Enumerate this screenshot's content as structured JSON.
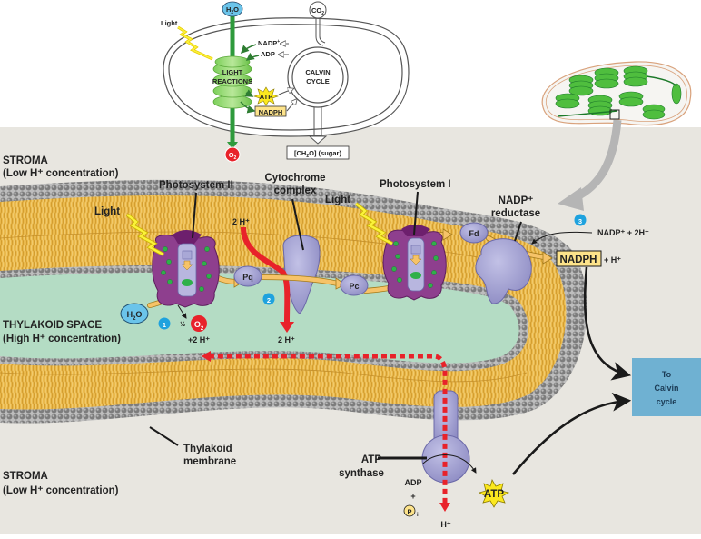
{
  "colors": {
    "stroma_bg": "#e8e6e0",
    "thylakoid_space": "#b4dcc4",
    "lipid_tail": "#e8b84a",
    "lipid_head": "#8f8f8f",
    "protein": "#a9a8d6",
    "photosystem": "#8e3f8e",
    "chlorophyll": "#2fb04a",
    "electron_path": "#f6c368",
    "proton_path": "#e8222a",
    "water_bubble": "#6bc4ea",
    "oxygen": "#e8222a",
    "step_badge": "#1ea2de",
    "calvin_box": "#6fb1d2",
    "nadph_box": "#fde38a",
    "atp_star": "#fbe81f",
    "light_bolt": "#f5ee1c",
    "overview_green": "#2e9a3c"
  },
  "overview": {
    "light": "Light",
    "h2o": "H",
    "h2o_sub": "2",
    "h2o_tail": "O",
    "co2": "CO",
    "co2_sub": "2",
    "light_reactions": [
      "LIGHT",
      "REACTIONS"
    ],
    "calvin_cycle": [
      "CALVIN",
      "CYCLE"
    ],
    "nadp": "NADP",
    "nadp_sup": "+",
    "adp": "ADP",
    "atp": "ATP",
    "nadph": "NADPH",
    "o2": "O",
    "o2_sub": "2",
    "sugar": "[CH",
    "sugar_sub": "2",
    "sugar_tail": "O] (sugar)"
  },
  "regions": {
    "stroma_top": [
      "STROMA",
      "(Low H⁺ concentration)"
    ],
    "thylakoid_space": [
      "THYLAKOID SPACE",
      "(High H⁺ concentration)"
    ],
    "stroma_bottom": [
      "STROMA",
      "(Low H⁺ concentration)"
    ]
  },
  "labels": {
    "photosystem_ii": "Photosystem II",
    "cytochrome": [
      "Cytochrome",
      "complex"
    ],
    "photosystem_i": "Photosystem I",
    "nadp_reductase": [
      "NADP⁺",
      "reductase"
    ],
    "light_1": "Light",
    "light_2": "Light",
    "two_h_top": "2 H⁺",
    "pq": "Pq",
    "pc": "Pc",
    "fd": "Fd",
    "h2o": "H",
    "h2o_sub": "2",
    "h2o_tail": "O",
    "half": "½",
    "o2": "O",
    "o2_sub": "2",
    "plus_2h": "+2 H⁺",
    "two_h_mid": "2 H⁺",
    "nadp_plus_2h": "NADP⁺ + 2H⁺",
    "nadph": "NADPH",
    "plus_h": "+ H⁺",
    "thylakoid_membrane": [
      "Thylakoid",
      "membrane"
    ],
    "atp_synthase": [
      "ATP",
      "synthase"
    ],
    "adp": "ADP",
    "plus": "+",
    "pi": "P",
    "pi_sub": "i",
    "h_out": "H⁺",
    "atp": "ATP",
    "to_calvin": [
      "To",
      "Calvin",
      "cycle"
    ]
  },
  "steps": [
    "1",
    "2",
    "3"
  ]
}
